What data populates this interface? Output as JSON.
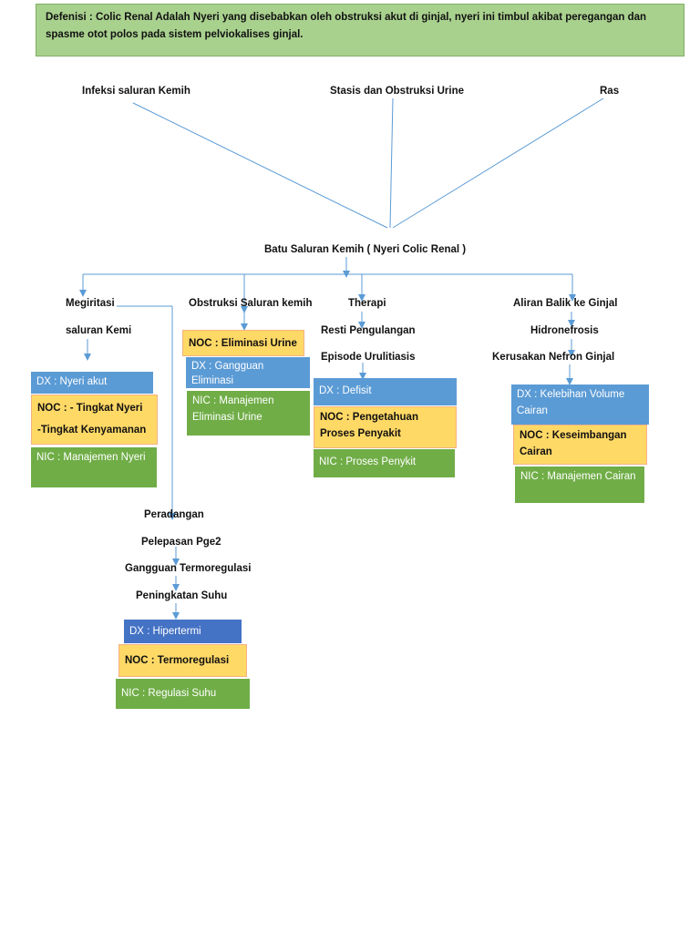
{
  "definition": "Defenisi :  Colic Renal Adalah Nyeri yang disebabkan oleh obstruksi akut di ginjal, nyeri ini timbul akibat peregangan dan spasme otot polos pada sistem pelviokalises ginjal.",
  "causes": {
    "infeksi": "Infeksi saluran Kemih",
    "stasis": "Stasis dan Obstruksi Urine",
    "ras": "Ras"
  },
  "center": "Batu Saluran Kemih ( Nyeri Colic Renal )",
  "branch1": {
    "line1": "Megiritasi",
    "line2": "saluran Kemi",
    "dx": "DX : Nyeri akut",
    "noc1": "NOC : - Tingkat Nyeri",
    "noc2": "-Tingkat Kenyamanan",
    "nic": "NIC  : Manajemen Nyeri"
  },
  "branch2": {
    "label": "Obstruksi Saluran kemih",
    "noc": "NOC : Eliminasi Urine",
    "dx": "DX :  Gangguan Eliminasi",
    "nic": "NIC  : Manajemen Eliminasi Urine"
  },
  "branch3": {
    "label": "Therapi",
    "line2": "Resti Pengulangan",
    "line3": "Episode Urulitiasis",
    "dx": "DX : Defisit",
    "noc": "NOC : Pengetahuan Proses Penyakit",
    "nic": "NIC : Proses Penykit"
  },
  "branch4": {
    "label": "Aliran Balik ke Ginjal",
    "line2": "Hidronefrosis",
    "line3": "Kerusakan Nefron Ginjal",
    "dx": "DX : Kelebihan Volume Cairan",
    "noc": "NOC : Keseimbangan Cairan",
    "nic": "NIC : Manajemen Cairan"
  },
  "branch5": {
    "line1": "Peradangan",
    "line2": "Pelepasan Pge2",
    "line3": "Gangguan Termoregulasi",
    "line4": "Peningkatan Suhu",
    "dx": "DX : Hipertermi",
    "noc": "NOC : Termoregulasi",
    "nic": "NIC : Regulasi Suhu"
  },
  "colors": {
    "header_bg": "#a9d18e",
    "dx": "#5b9bd5",
    "noc": "#ffd966",
    "nic": "#70ad47",
    "connector": "#5b9bd5"
  }
}
